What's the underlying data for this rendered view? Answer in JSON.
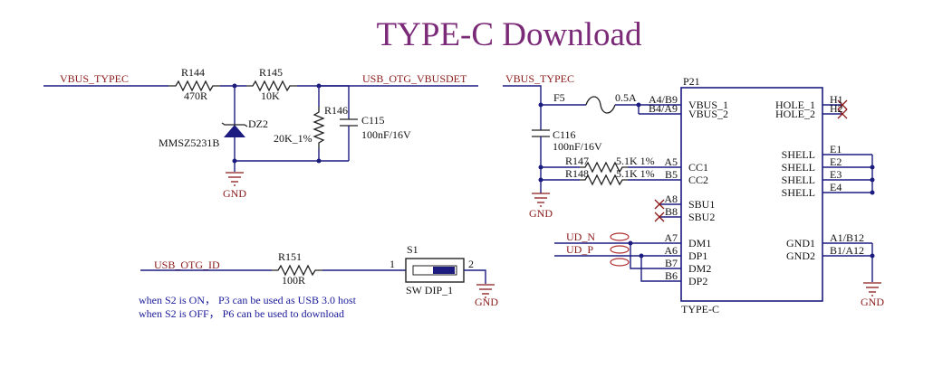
{
  "title": "TYPE-C Download",
  "nets": {
    "vbus_typec_left": "VBUS_TYPEC",
    "usb_otg_vbusdet": "USB_OTG_VBUSDET",
    "usb_otg_id": "USB_OTG_ID",
    "vbus_typec_right": "VBUS_TYPEC",
    "ud_n": "UD_N",
    "ud_p": "UD_P"
  },
  "components": {
    "r144": {
      "ref": "R144",
      "value": "470R"
    },
    "r145": {
      "ref": "R145",
      "value": "10K"
    },
    "r146": {
      "ref": "R146",
      "value": "20K_1%"
    },
    "c115": {
      "ref": "C115",
      "value": "100nF/16V"
    },
    "dz2": {
      "ref": "DZ2",
      "value": "MMSZ5231B"
    },
    "r151": {
      "ref": "R151",
      "value": "100R"
    },
    "s1": {
      "ref": "S1",
      "value": "SW DIP_1",
      "pin1": "1",
      "pin2": "2"
    },
    "f5": {
      "ref": "F5",
      "value": "0.5A"
    },
    "c116": {
      "ref": "C116",
      "value": "100nF/16V"
    },
    "r147": {
      "ref": "R147",
      "value": "5.1K 1%"
    },
    "r148": {
      "ref": "R148",
      "value": "5.1K 1%"
    },
    "p21": {
      "ref": "P21",
      "value": "TYPE-C"
    }
  },
  "gnd_label": "GND",
  "notes": [
    "when S2 is ON， P3 can be used as USB 3.0 host",
    "when S2 is OFF， P6 can be used to download"
  ],
  "connector": {
    "left_pins": [
      {
        "num": "A4/B9",
        "name": "VBUS_1"
      },
      {
        "num": "B4/A9",
        "name": "VBUS_2"
      },
      {
        "num": "A5",
        "name": "CC1"
      },
      {
        "num": "B5",
        "name": "CC2"
      },
      {
        "num": "A8",
        "name": "SBU1"
      },
      {
        "num": "B8",
        "name": "SBU2"
      },
      {
        "num": "A7",
        "name": "DM1"
      },
      {
        "num": "A6",
        "name": "DP1"
      },
      {
        "num": "B7",
        "name": "DM2"
      },
      {
        "num": "B6",
        "name": "DP2"
      }
    ],
    "right_pins": [
      {
        "num": "H1",
        "name": "HOLE_1"
      },
      {
        "num": "H2",
        "name": "HOLE_2"
      },
      {
        "num": "E1",
        "name": "SHELL"
      },
      {
        "num": "E2",
        "name": "SHELL"
      },
      {
        "num": "E3",
        "name": "SHELL"
      },
      {
        "num": "E4",
        "name": "SHELL"
      },
      {
        "num": "A1/B12",
        "name": "GND1"
      },
      {
        "num": "B1/A12",
        "name": "GND2"
      }
    ]
  },
  "colors": {
    "title": "#7b2a78",
    "wire": "#1c1c80",
    "net_label": "#8b1a1a",
    "note": "#1a1a9a"
  }
}
